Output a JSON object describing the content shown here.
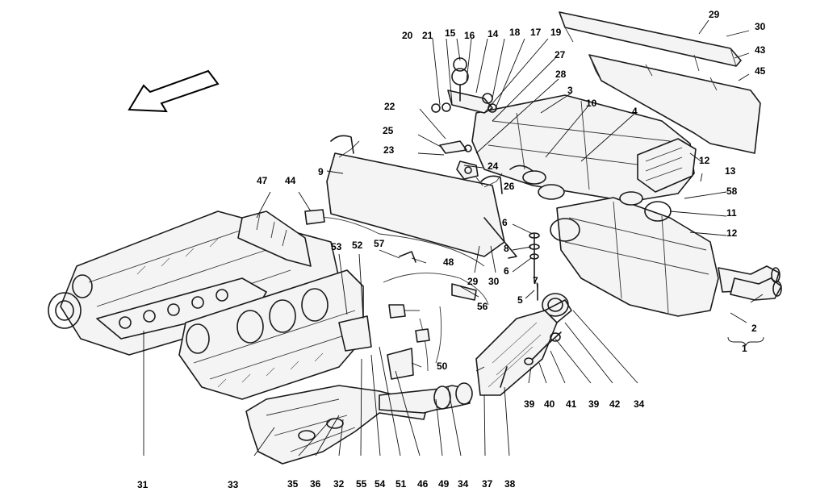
{
  "diagram": {
    "callouts": [
      {
        "n": "20"
      },
      {
        "n": "21"
      },
      {
        "n": "15"
      },
      {
        "n": "16"
      },
      {
        "n": "14"
      },
      {
        "n": "18"
      },
      {
        "n": "17"
      },
      {
        "n": "19"
      },
      {
        "n": "27"
      },
      {
        "n": "28"
      },
      {
        "n": "3"
      },
      {
        "n": "29"
      },
      {
        "n": "30"
      },
      {
        "n": "43"
      },
      {
        "n": "45"
      },
      {
        "n": "10"
      },
      {
        "n": "4"
      },
      {
        "n": "22"
      },
      {
        "n": "25"
      },
      {
        "n": "23"
      },
      {
        "n": "24"
      },
      {
        "n": "9"
      },
      {
        "n": "26"
      },
      {
        "n": "12"
      },
      {
        "n": "13"
      },
      {
        "n": "58"
      },
      {
        "n": "11"
      },
      {
        "n": "12"
      },
      {
        "n": "47"
      },
      {
        "n": "44"
      },
      {
        "n": "6"
      },
      {
        "n": "8"
      },
      {
        "n": "6"
      },
      {
        "n": "5"
      },
      {
        "n": "7"
      },
      {
        "n": "53"
      },
      {
        "n": "52"
      },
      {
        "n": "57"
      },
      {
        "n": "48"
      },
      {
        "n": "29"
      },
      {
        "n": "30"
      },
      {
        "n": "56"
      },
      {
        "n": "2"
      },
      {
        "n": "1"
      },
      {
        "n": "50"
      },
      {
        "n": "39"
      },
      {
        "n": "40"
      },
      {
        "n": "41"
      },
      {
        "n": "39"
      },
      {
        "n": "42"
      },
      {
        "n": "34"
      },
      {
        "n": "31"
      },
      {
        "n": "33"
      },
      {
        "n": "35"
      },
      {
        "n": "36"
      },
      {
        "n": "32"
      },
      {
        "n": "55"
      },
      {
        "n": "54"
      },
      {
        "n": "51"
      },
      {
        "n": "46"
      },
      {
        "n": "49"
      },
      {
        "n": "34"
      },
      {
        "n": "37"
      },
      {
        "n": "38"
      }
    ]
  }
}
